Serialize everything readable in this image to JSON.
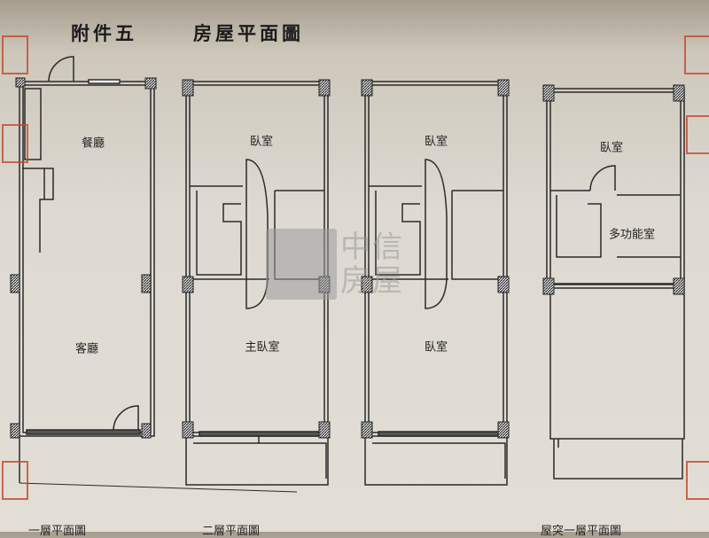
{
  "header": {
    "attachment": "附件五",
    "title": "房屋平面圖"
  },
  "plans": [
    {
      "rooms": [
        "餐廳",
        "客廳"
      ],
      "caption": "一層平面圖"
    },
    {
      "rooms": [
        "臥室",
        "主臥室"
      ],
      "caption": "二層平面圖"
    },
    {
      "rooms": [
        "臥室",
        "臥室"
      ],
      "caption": ""
    },
    {
      "rooms": [
        "臥室",
        "多功能室"
      ],
      "caption": "屋突一層平面圖"
    }
  ],
  "watermark": {
    "text": "中信房屋"
  },
  "colors": {
    "wall": "#2a2a2a",
    "seal": "#c2482a",
    "paper": "#e0dcd4"
  }
}
